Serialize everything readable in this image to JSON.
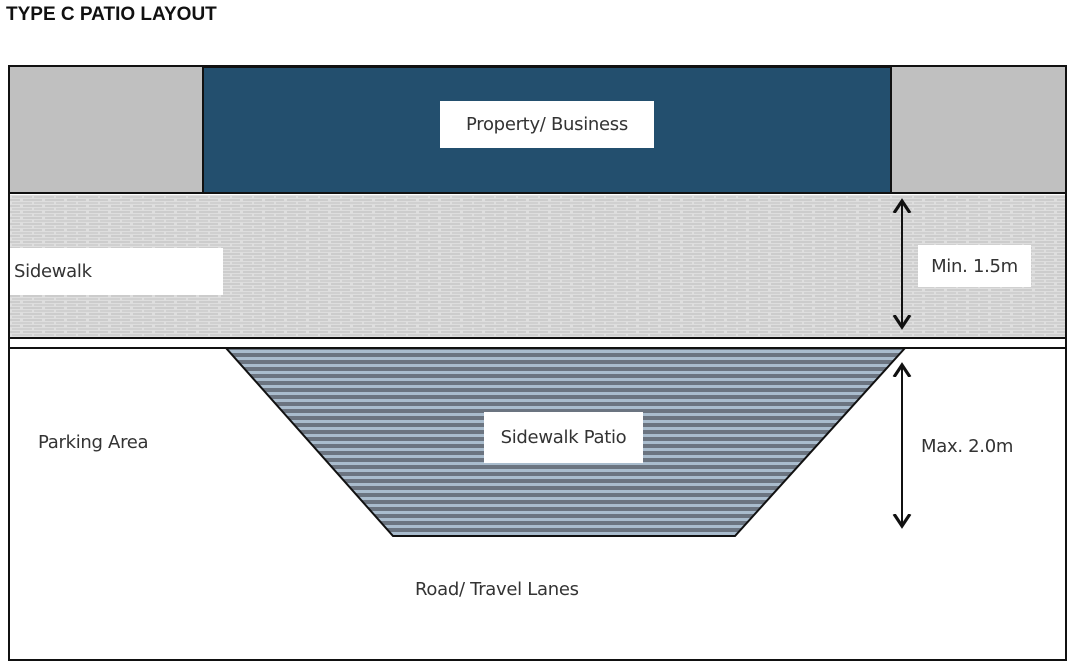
{
  "title": "TYPE C PATIO LAYOUT",
  "labels": {
    "property": "Property/ Business",
    "sidewalk": "Sidewalk",
    "min": "Min. 1.5m",
    "parking": "Parking Area",
    "patio": "Sidewalk Patio",
    "max": "Max. 2.0m",
    "road": "Road/ Travel Lanes"
  },
  "colors": {
    "building": "#234f6e",
    "neighbor": "#c0c0c0",
    "sidewalk": "#dcdcdc",
    "patio_dark": "#6b7480",
    "patio_light": "#a9bccd"
  }
}
